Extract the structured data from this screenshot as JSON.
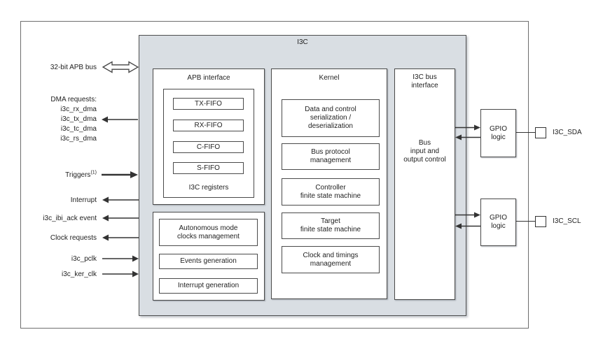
{
  "figure": {
    "title": "I3C",
    "left": {
      "apb_bus": "32-bit APB bus",
      "dma_header": "DMA requests:",
      "dma_signals": [
        "i3c_rx_dma",
        "i3c_tx_dma",
        "i3c_tc_dma",
        "i3c_rs_dma"
      ],
      "triggers": "Triggers",
      "triggers_sup": "(1)",
      "interrupt": "Interrupt",
      "ibi_ack_event": "i3c_ibi_ack event",
      "clock_requests": "Clock requests",
      "pclk": "i3c_pclk",
      "ker_clk": "i3c_ker_clk"
    },
    "apb": {
      "title": "APB interface",
      "fifos": [
        "TX-FIFO",
        "RX-FIFO",
        "C-FIFO",
        "S-FIFO"
      ],
      "registers": "I3C registers"
    },
    "control": {
      "blocks": [
        "Autonomous mode\nclocks management",
        "Events generation",
        "Interrupt generation"
      ]
    },
    "kernel": {
      "title": "Kernel",
      "blocks": [
        "Data and control\nserialization /\ndeserialization",
        "Bus protocol\nmanagement",
        "Controller\nfinite state machine",
        "Target\nfinite state machine",
        "Clock and timings\nmanagement"
      ]
    },
    "bus_if": {
      "title": "I3C bus\ninterface",
      "body": "Bus\ninput and\noutput control"
    },
    "gpio": {
      "label": "GPIO\nlogic",
      "sda": "I3C_SDA",
      "scl": "I3C_SCL"
    },
    "colors": {
      "block_fill": "#d9dee3",
      "line": "#333333"
    }
  }
}
